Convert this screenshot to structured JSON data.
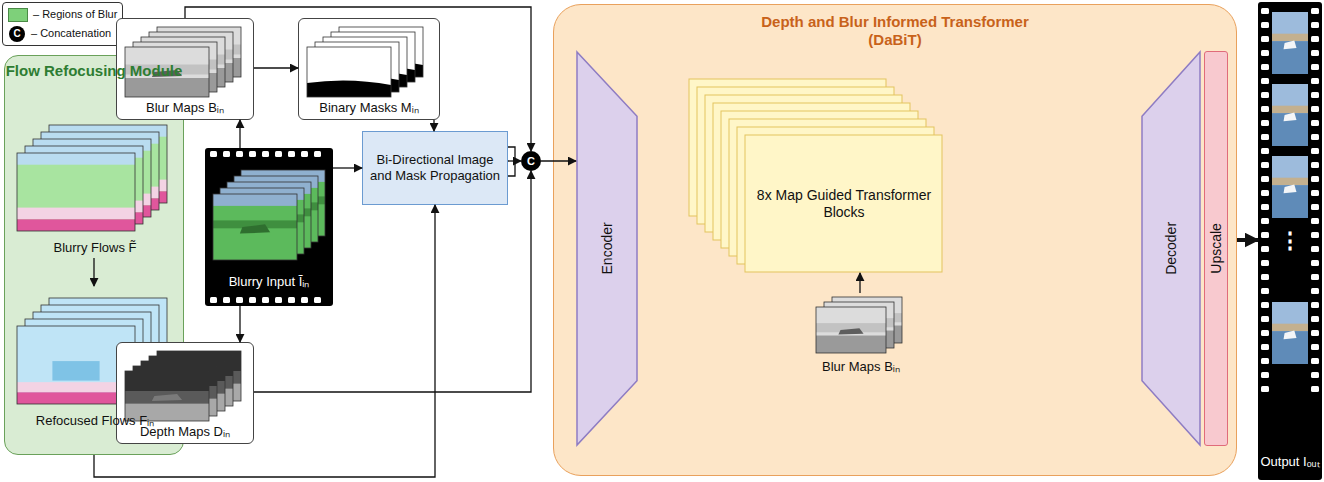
{
  "diagram": {
    "nodes": [
      {
        "text": [
          "Flow Refocusing Module"
        ]
      },
      {
        "text": [
          "Blurry Flows F̃"
        ],
        "in": 0
      },
      {
        "text": [
          "Refocused Flows Fᵢₙ"
        ],
        "in": 0
      },
      {
        "text": [
          "Blur Maps Bᵢₙ"
        ]
      },
      {
        "text": [
          "Binary Masks Mᵢₙ"
        ]
      },
      {
        "text": [
          "Blurry Input Ĩᵢₙ"
        ]
      },
      {
        "text": [
          "Bi-Directional Image and Mask Propagation"
        ]
      },
      {
        "text": [
          "Depth Maps Dᵢₙ"
        ]
      },
      {
        "text": [
          "C"
        ]
      },
      {
        "text": [
          "Depth and Blur Informed Transformer (DaBiT)"
        ]
      },
      {
        "text": [
          "Encoder"
        ],
        "in": 9
      },
      {
        "text": [
          "8x Map Guided Transformer Blocks"
        ],
        "in": 9
      },
      {
        "text": [
          "Blur Maps Bᵢₙ"
        ],
        "in": 9
      },
      {
        "text": [
          "Decoder"
        ],
        "in": 9
      },
      {
        "text": [
          "Upscale"
        ],
        "in": 9
      },
      {
        "text": [
          "Output Iₒᵤₜ"
        ]
      }
    ],
    "edges": [
      {
        "from": 1,
        "to": 2,
        "arrow": "to"
      },
      {
        "from": 5,
        "to": 3,
        "arrow": "to"
      },
      {
        "from": 5,
        "to": 7,
        "arrow": "to"
      },
      {
        "from": 3,
        "to": 4,
        "arrow": "to"
      },
      {
        "from": 4,
        "to": 6,
        "arrow": "to"
      },
      {
        "from": 5,
        "to": 6,
        "arrow": "to"
      },
      {
        "from": 0,
        "to": 6,
        "arrow": "to"
      },
      {
        "from": 6,
        "to": 8,
        "arrow": "to"
      },
      {
        "from": 3,
        "to": 8,
        "arrow": "to"
      },
      {
        "from": 7,
        "to": 8,
        "arrow": "to"
      },
      {
        "from": 8,
        "to": 10,
        "arrow": "to"
      },
      {
        "from": 12,
        "to": 11,
        "arrow": "to"
      },
      {
        "from": 9,
        "to": 15,
        "arrow": "to"
      }
    ],
    "labels": [
      "C",
      "⋮"
    ],
    "legend": [
      {
        "text": "– Regions of Blur",
        "color": "#7ed07a"
      },
      {
        "text": "– Concatenation"
      }
    ]
  }
}
